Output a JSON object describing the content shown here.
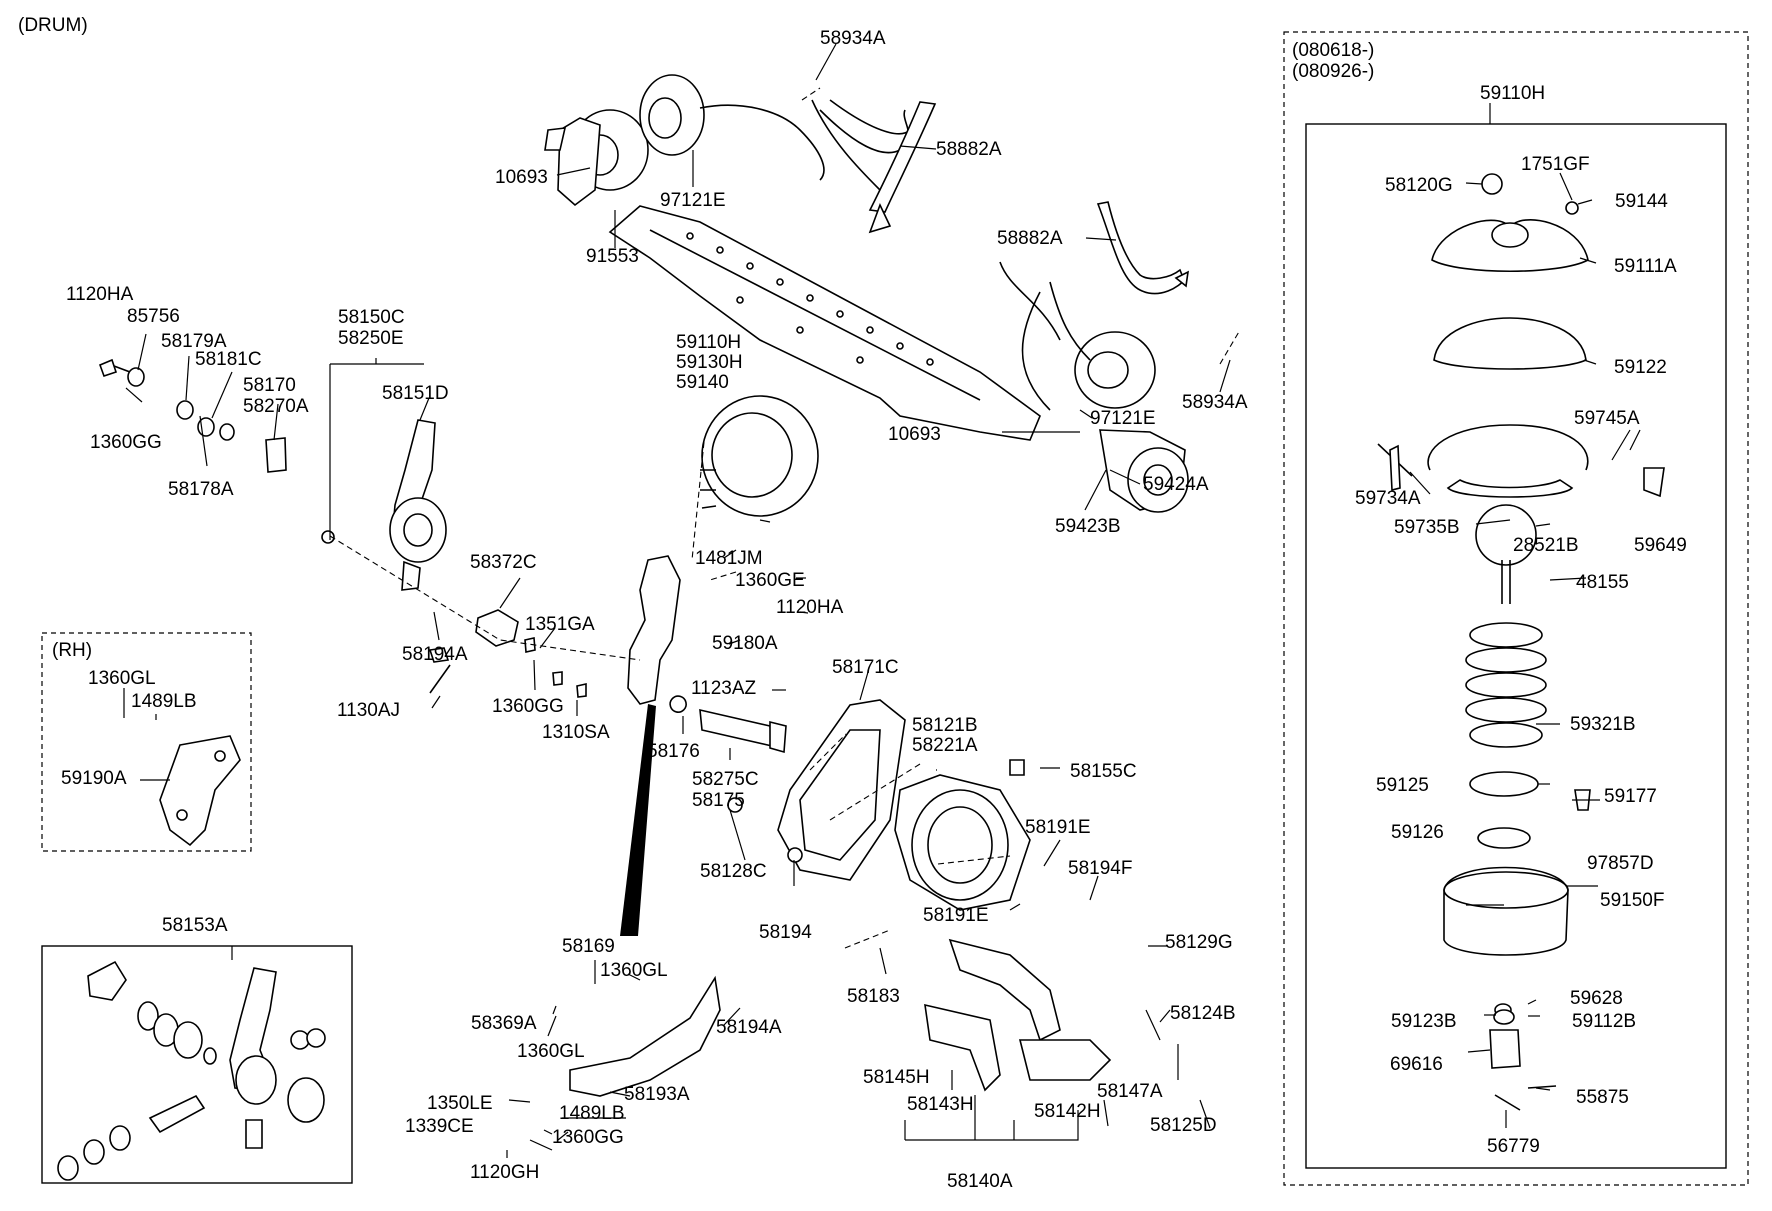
{
  "header": {
    "variant_label": "(DRUM)"
  },
  "rh_box": {
    "label": "(RH)"
  },
  "right_panel": {
    "date_line_1": "(080618-)",
    "date_line_2": "(080926-)"
  },
  "parts": [
    "58934A",
    "58882A",
    "10693",
    "97121E",
    "91553",
    "58882A",
    "58934A",
    "10693",
    "97121E",
    "59424A",
    "59423B",
    "1120HA",
    "85756",
    "58179A",
    "58181C",
    "58170",
    "58270A",
    "1360GG",
    "58178A",
    "58150C",
    "58250E",
    "58151D",
    "58372C",
    "58194A",
    "1351GA",
    "1360GG",
    "1310SA",
    "1130AJ",
    "59110H",
    "59130H",
    "59140",
    "1481JM",
    "1360GE",
    "1120HA",
    "59180A",
    "1123AZ",
    "58171C",
    "58176",
    "58275C",
    "58175",
    "58128C",
    "58194",
    "58121B",
    "58221A",
    "58155C",
    "58191E",
    "58194F",
    "58191E",
    "58129G",
    "58183",
    "58124B",
    "58147A",
    "58125D",
    "58145H",
    "58143H",
    "58142H",
    "58140A",
    "58169",
    "1360GL",
    "58369A",
    "1360GL",
    "58194A",
    "58193A",
    "1350LE",
    "1489LB",
    "1339CE",
    "1360GG",
    "1120GH",
    "1360GL",
    "1489LB",
    "59190A",
    "58153A",
    "59110H",
    "58120G",
    "1751GF",
    "59144",
    "59111A",
    "59122",
    "59745A",
    "59734A",
    "59735B",
    "28521B",
    "59649",
    "48155",
    "59321B",
    "59125",
    "59177",
    "59126",
    "97857D",
    "59150F",
    "59628",
    "59123B",
    "59112B",
    "69616",
    "55875",
    "56779"
  ]
}
